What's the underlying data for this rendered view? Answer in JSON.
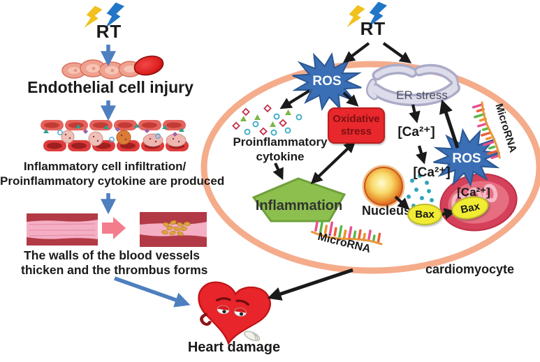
{
  "left_flow": {
    "rt": "RT",
    "endothelial_injury": "Endothelial cell injury",
    "infiltration_line1": "Inflammatory cell infiltration/",
    "infiltration_line2": "Proinflammatory cytokine are produced",
    "vessel_line1": "The walls of the blood vessels",
    "vessel_line2": "thicken and the thrombus forms",
    "heart_damage": "Heart damage"
  },
  "cell": {
    "rt": "RT",
    "ros_top": "ROS",
    "ros_mid": "ROS",
    "er_stress": "ER stress",
    "oxidative_line1": "Oxidative",
    "oxidative_line2": "stress",
    "ca_1": "[Ca²⁺]",
    "ca_2": "[Ca²⁺]",
    "ca_3": "[Ca²⁺]",
    "proinflammatory_line1": "Proinflammatory",
    "proinflammatory_line2": "cytokine",
    "inflammation": "Inflammation",
    "nucleus": "Nucleus",
    "bax_1": "Bax",
    "bax_2": "Bax",
    "microrna_side": "MicroRNA",
    "microrna_bottom": "MicroRNA",
    "label": "cardiomyocyte"
  },
  "colors": {
    "cell_membrane": "#f4ac8b",
    "ros_blue": "#3a6eb5",
    "stress_red": "#e8282c",
    "inflammation_green": "#8cbf4e",
    "bax_yellow": "#f1ec33",
    "arrow_blue": "#4e7fbf",
    "arrow_black": "#1a1a1a",
    "heart_red": "#e8252a",
    "mitochondria_red": "#d5405a",
    "er_lavender": "#c9c9de",
    "nucleus_orange": "#ec9b33"
  }
}
